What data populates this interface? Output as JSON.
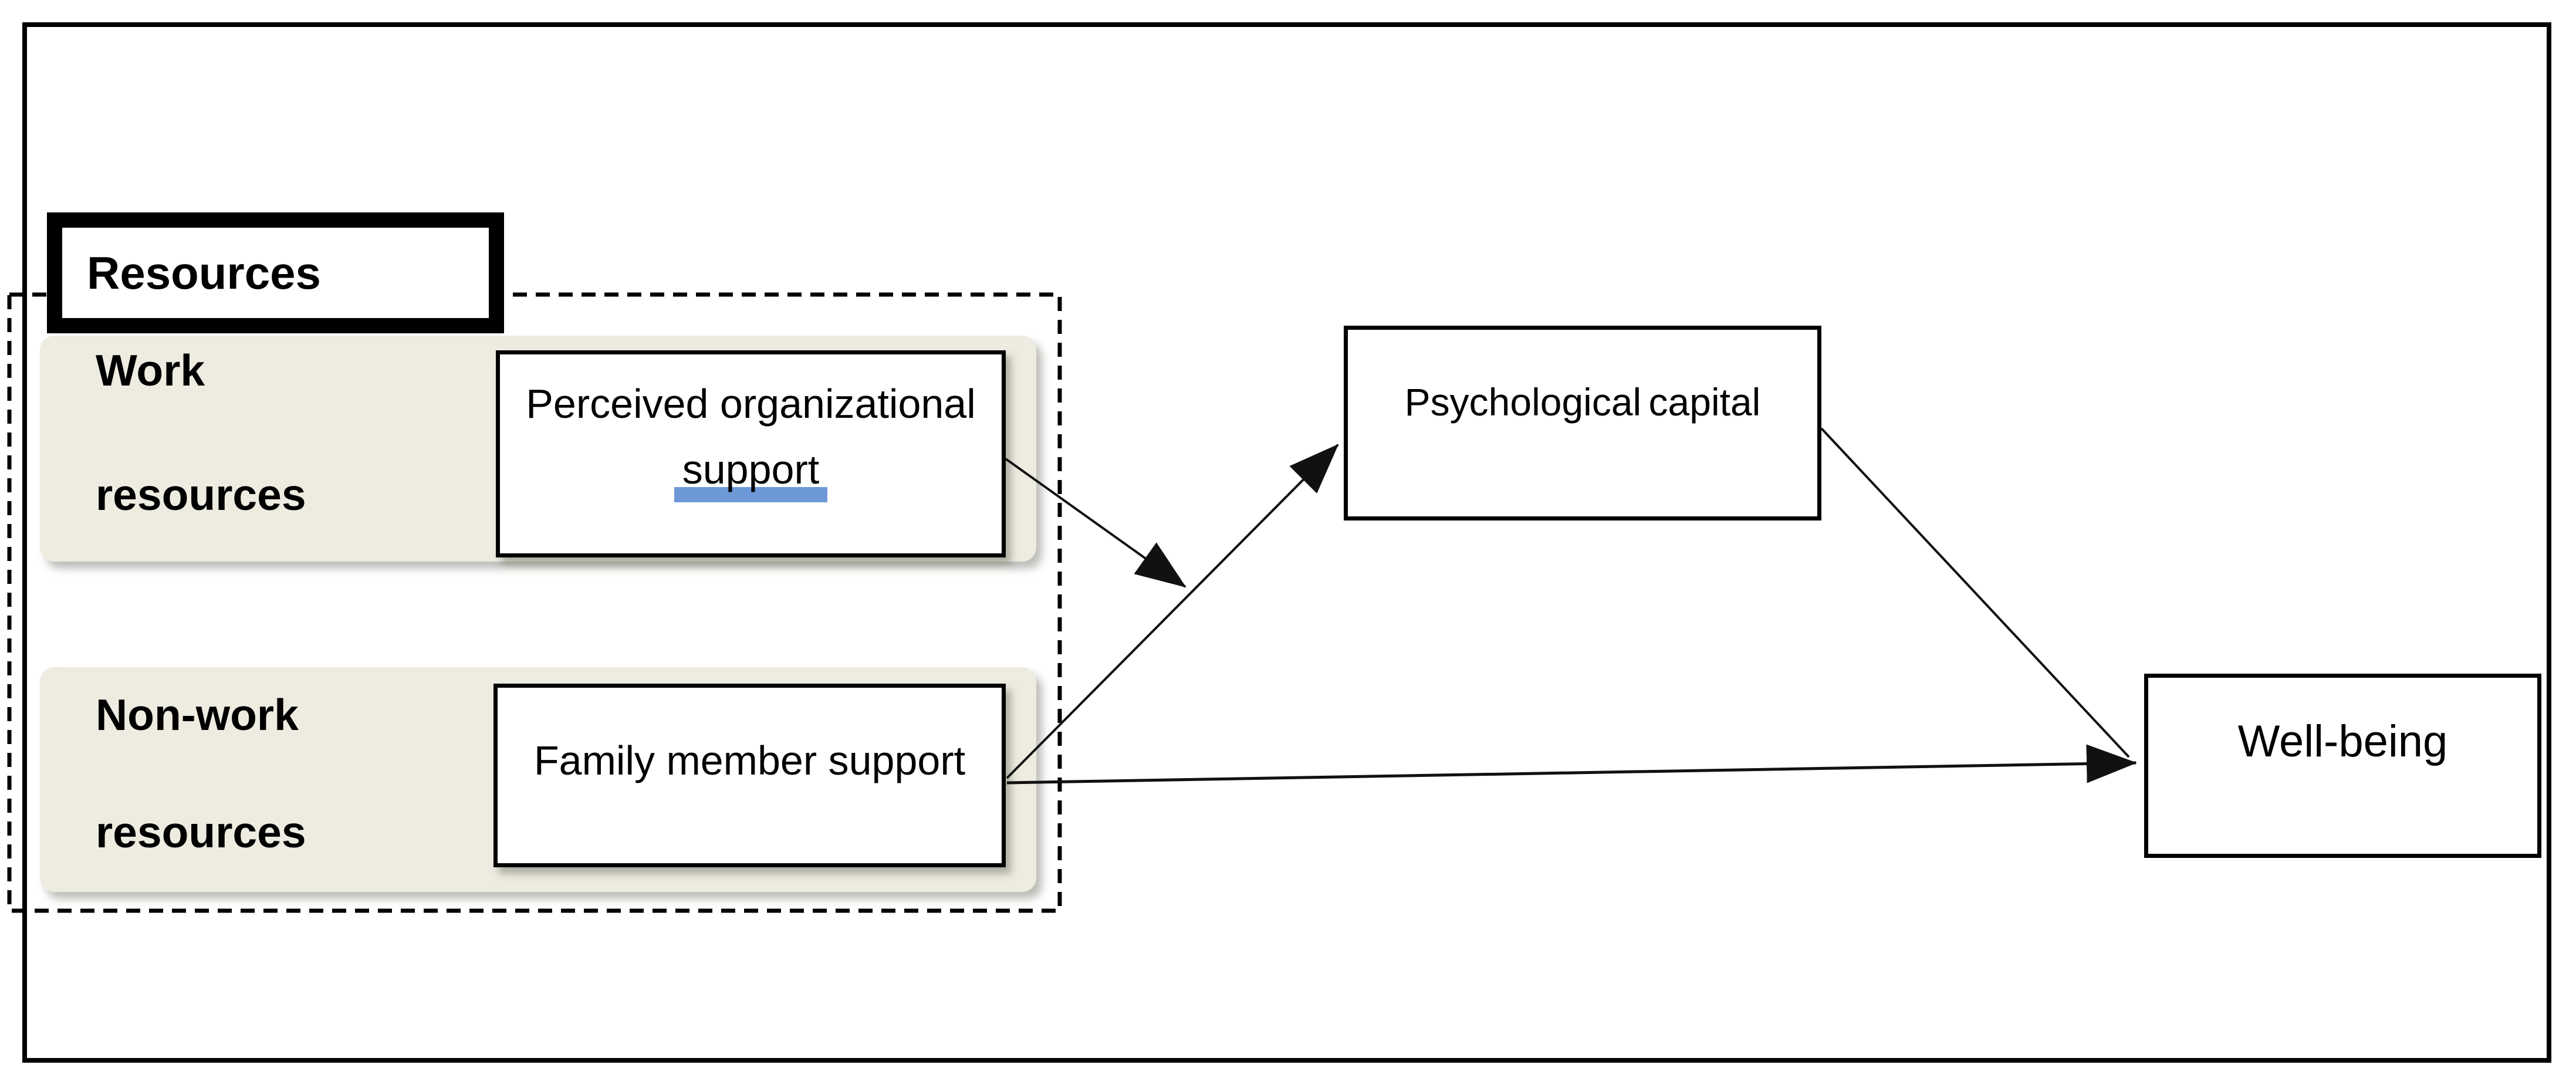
{
  "figure": {
    "type": "conceptual-model-diagram",
    "colors": {
      "panel_fill": "#EEECE1",
      "underline_blue": "#6D99D8",
      "line_color": "#000000",
      "background": "#FFFFFF"
    },
    "nodes": {
      "resources": {
        "label": "Resources"
      },
      "work_resources": {
        "lines": [
          "Work",
          "resources"
        ]
      },
      "non_work_resources": {
        "lines": [
          "Non-work",
          "resources"
        ]
      },
      "perceived_org_support": {
        "lines": [
          "Perceived organizational",
          "support"
        ]
      },
      "family_member_support": {
        "label": "Family member support"
      },
      "psychological_capital": {
        "label": "Psychological capital"
      },
      "well_being": {
        "label": "Well-being"
      }
    },
    "edges": [
      {
        "from": "perceived_org_support",
        "to": "psychological_capital_path",
        "style": "solid-arrow"
      },
      {
        "from": "family_member_support",
        "to": "psychological_capital",
        "style": "solid-arrow"
      },
      {
        "from": "family_member_support",
        "to": "well_being",
        "style": "solid-arrow"
      },
      {
        "from": "psychological_capital",
        "to": "well_being",
        "style": "solid-line"
      }
    ]
  }
}
